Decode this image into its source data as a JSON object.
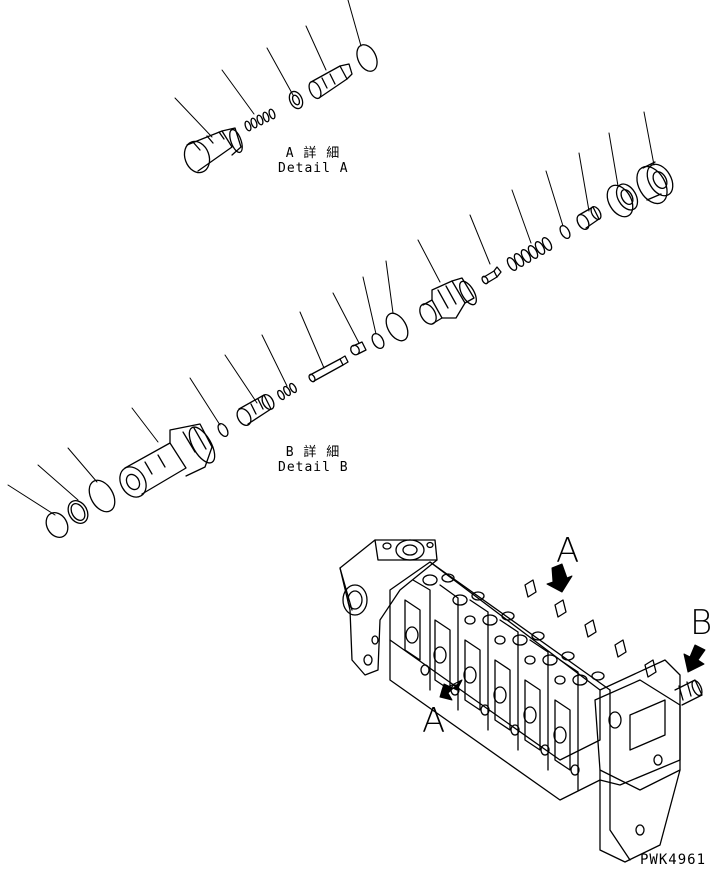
{
  "detail_a": {
    "jp": "A 詳 細",
    "en": "Detail A"
  },
  "detail_b": {
    "jp": "B 詳 細",
    "en": "Detail B"
  },
  "arrows": {
    "a_top": "A",
    "a_bottom": "A",
    "b": "B"
  },
  "drawing_code": "PWK4961",
  "colors": {
    "ink": "#000000",
    "paper": "#ffffff"
  }
}
